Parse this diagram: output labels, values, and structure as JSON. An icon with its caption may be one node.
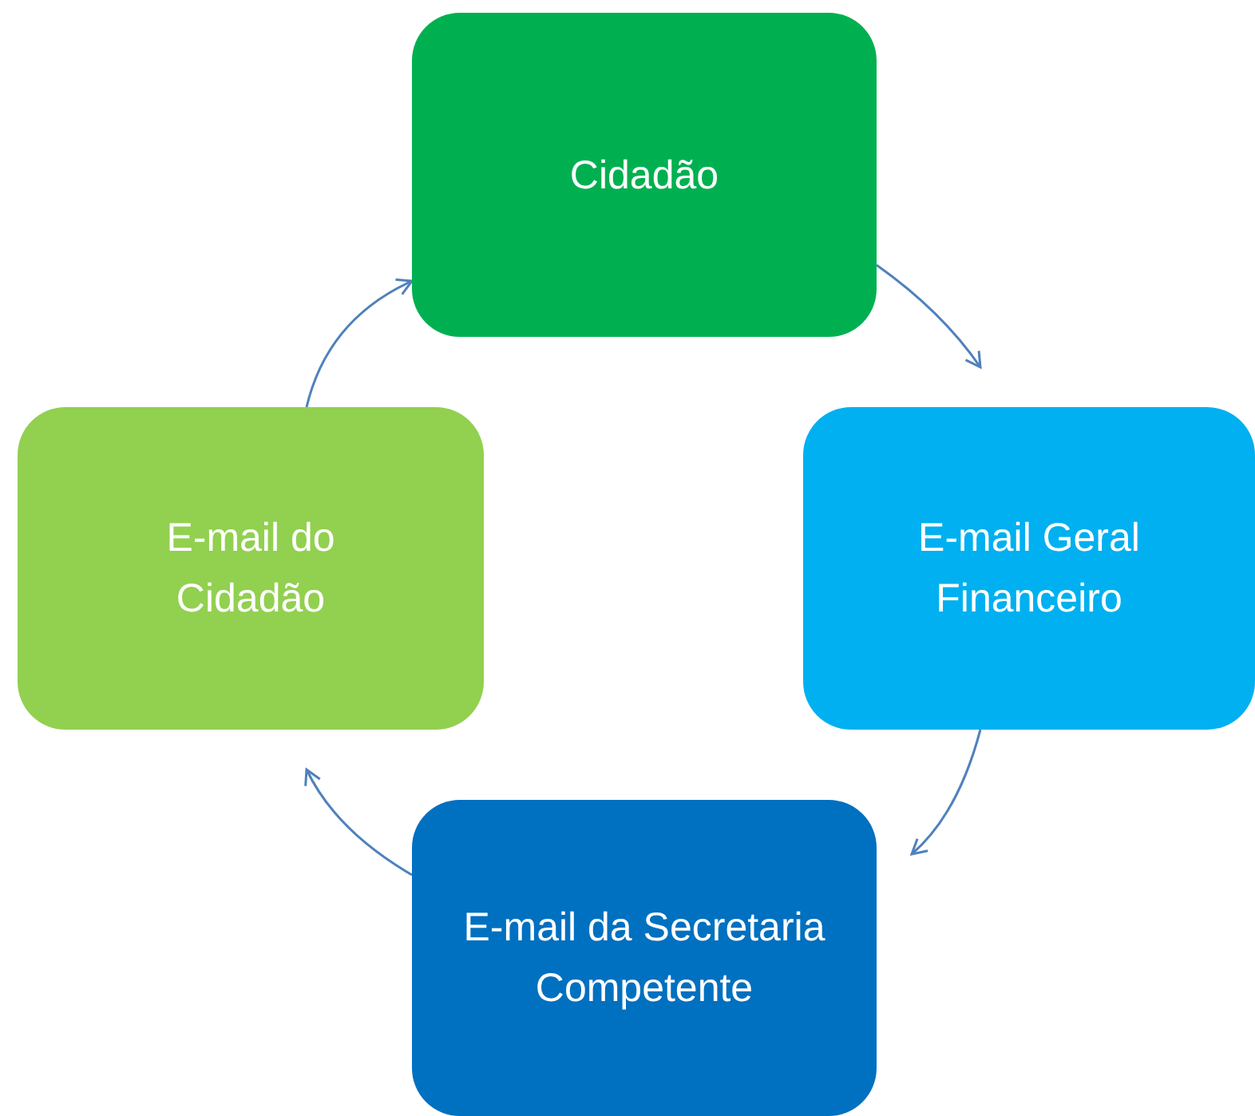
{
  "diagram": {
    "nodes": [
      {
        "text": [
          "Cidadão"
        ]
      },
      {
        "text": [
          "E-mail Geral Financeiro"
        ]
      },
      {
        "text": [
          "E-mail da Secretaria Competente"
        ]
      },
      {
        "text": [
          "E-mail do Cidadão"
        ]
      }
    ],
    "edges": [
      {
        "from": 0,
        "to": 1,
        "arrow": "to"
      },
      {
        "from": 1,
        "to": 2,
        "arrow": "to"
      },
      {
        "from": 2,
        "to": 3,
        "arrow": "to"
      },
      {
        "from": 3,
        "to": 0,
        "arrow": "to"
      }
    ]
  }
}
